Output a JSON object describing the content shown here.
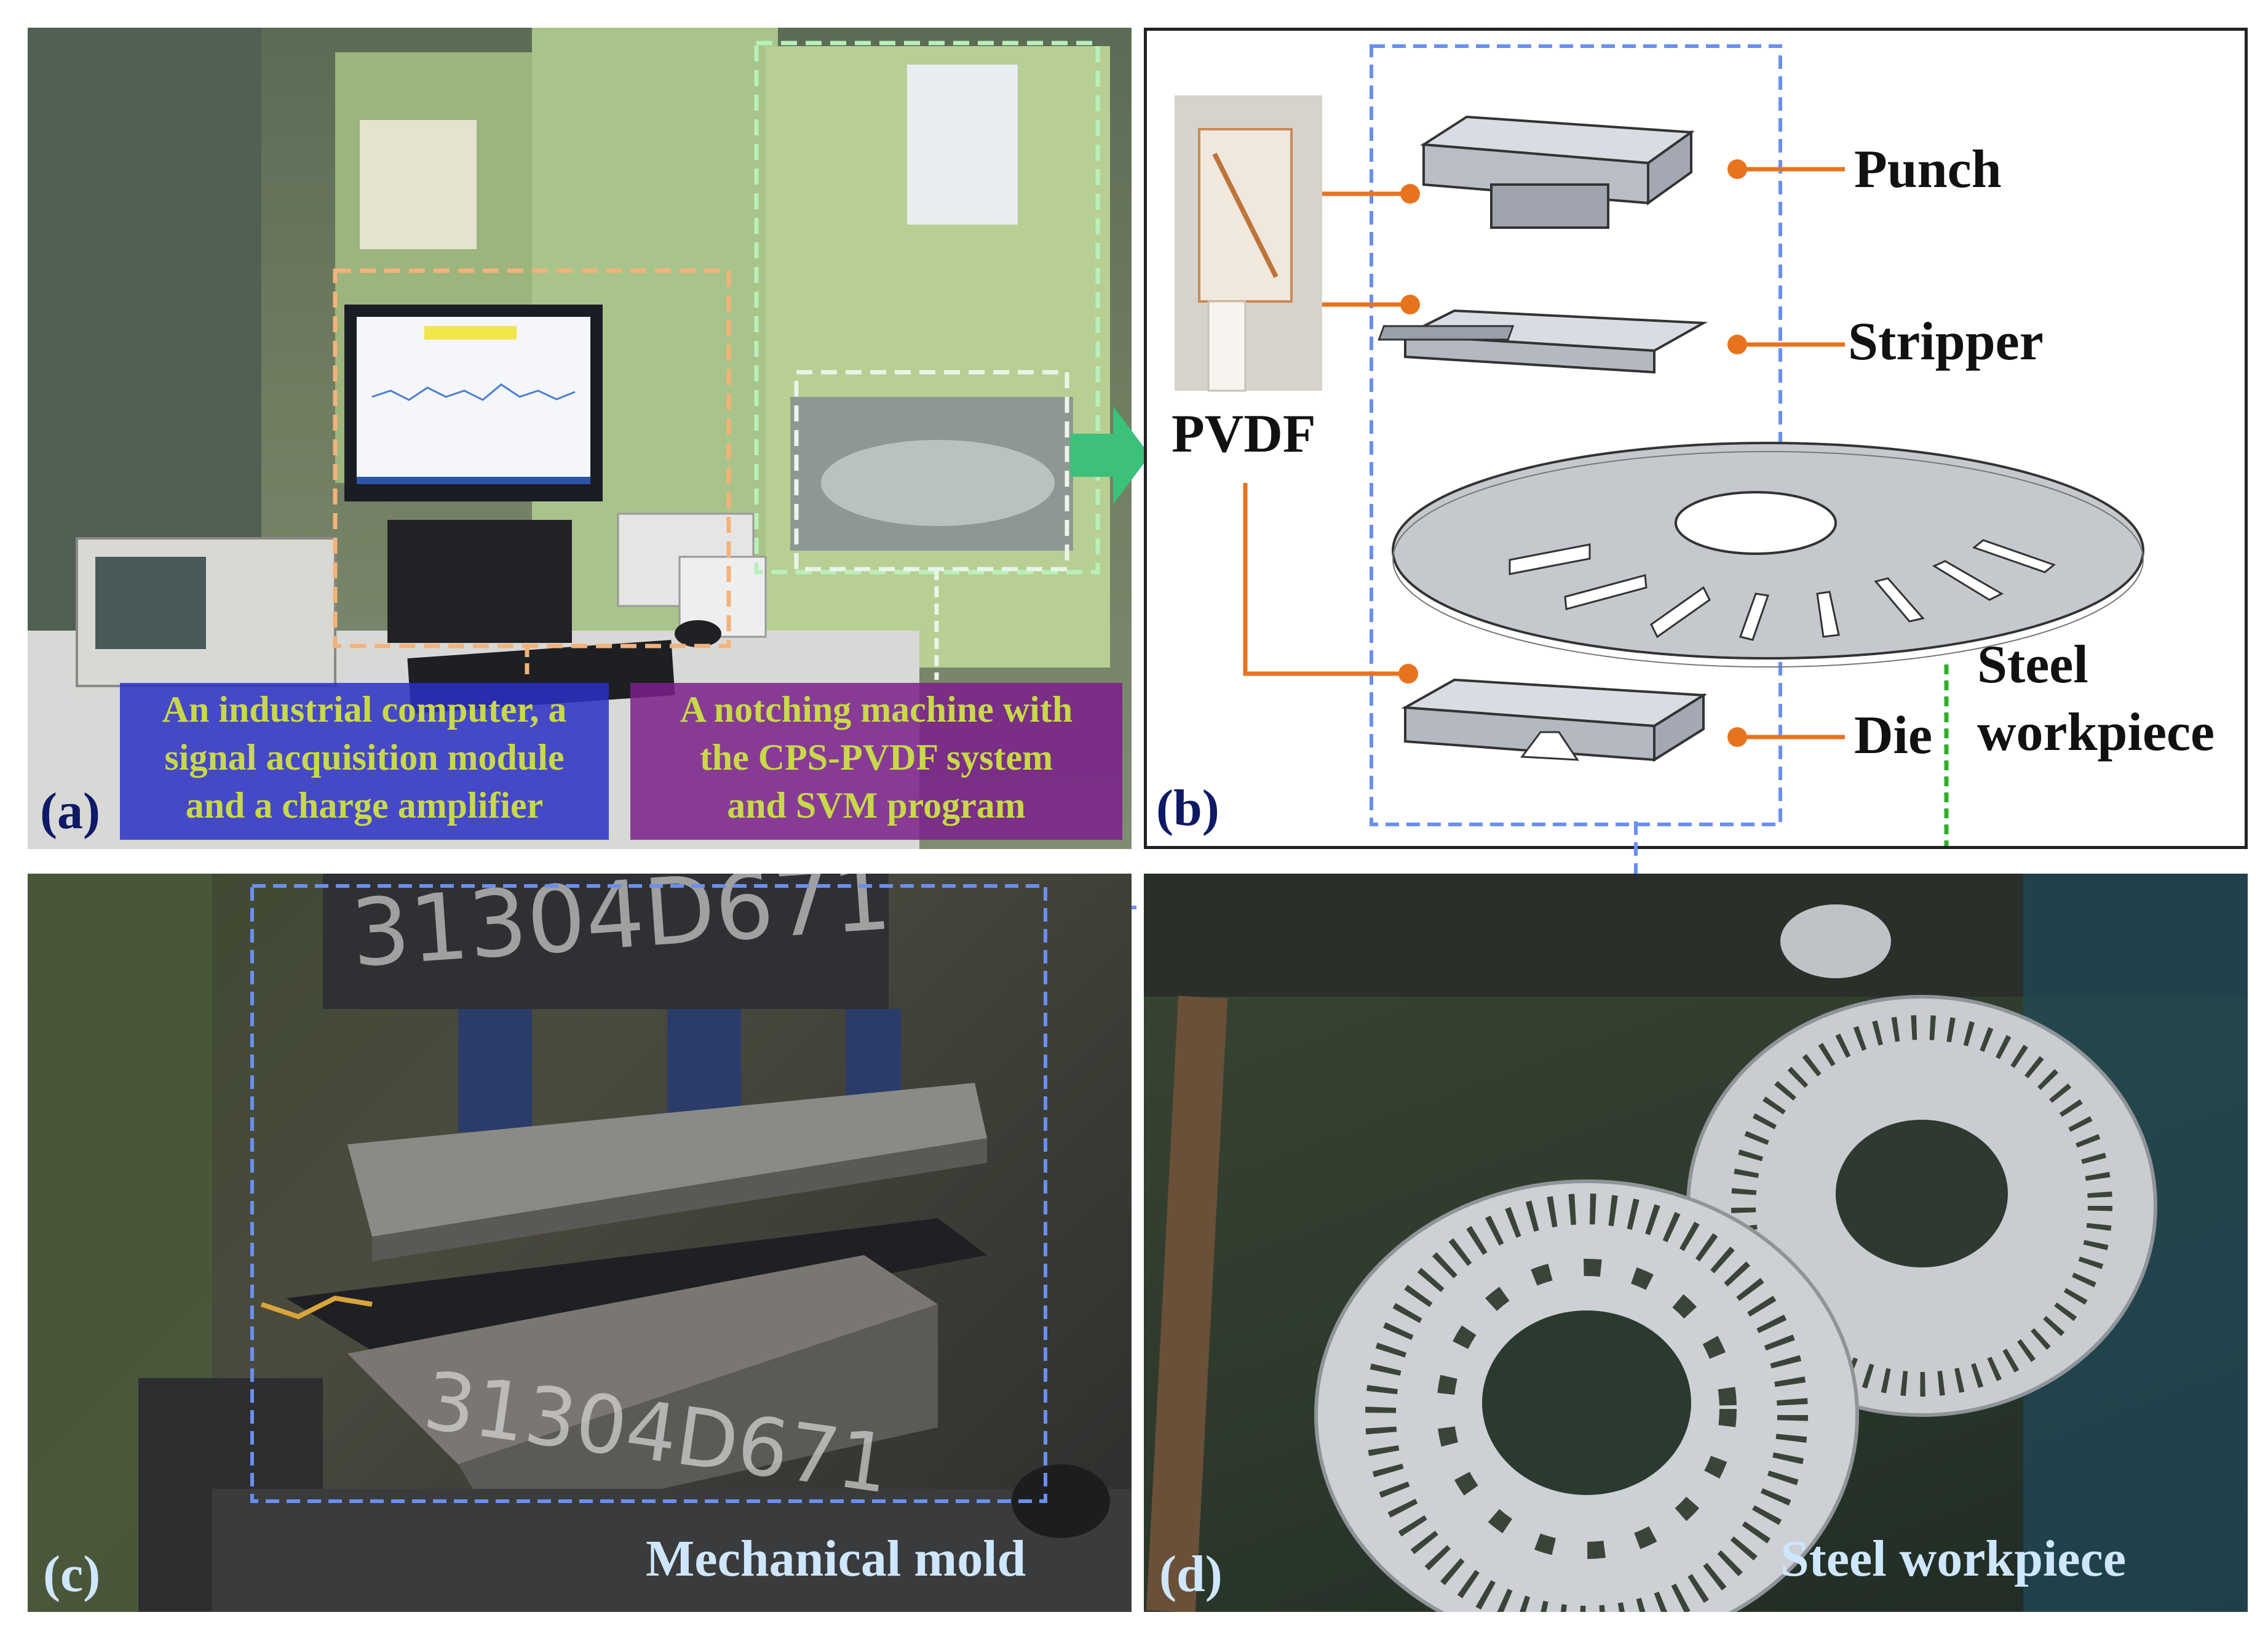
{
  "panels": {
    "a": {
      "letter": "(a)",
      "caption_left": [
        "An industrial computer, a",
        "signal acquisition module",
        "and a charge amplifier"
      ],
      "caption_right": [
        "A notching machine with",
        "the CPS-PVDF system",
        "and SVM program"
      ]
    },
    "b": {
      "letter": "(b)",
      "labels": {
        "pvdf": "PVDF",
        "punch": "Punch",
        "stripper": "Stripper",
        "die": "Die",
        "steel_line1": "Steel",
        "steel_line2": "workpiece"
      }
    },
    "c": {
      "letter": "(c)",
      "label": "Mechanical mold",
      "engraving": "31304D671"
    },
    "d": {
      "letter": "(d)",
      "label": "Steel workpiece"
    }
  },
  "colors": {
    "orange_callout": "#e8731f",
    "blue_dashed": "#6a8ff0",
    "green_dashed": "#2bb02b",
    "green_arrow": "#3cc07a",
    "left_caption_bg": "#2c2fc4",
    "right_caption_bg": "#7a1e8a",
    "caption_text": "#c8d84a"
  }
}
